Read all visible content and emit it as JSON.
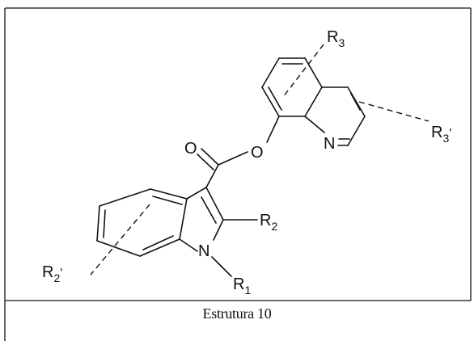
{
  "figure": {
    "caption": "Estrutura 10",
    "labels": {
      "r3": "R",
      "r3_sub": "3",
      "r3p": "R",
      "r3p_sub": "3",
      "r3p_prime": "'",
      "n_quinoline": "N",
      "o_carbonyl": "O",
      "o_ester": "O",
      "r2": "R",
      "r2_sub": "2",
      "n_indole": "N",
      "r1": "R",
      "r1_sub": "1",
      "r2p": "R",
      "r2p_sub": "2",
      "r2p_prime": "'"
    }
  }
}
